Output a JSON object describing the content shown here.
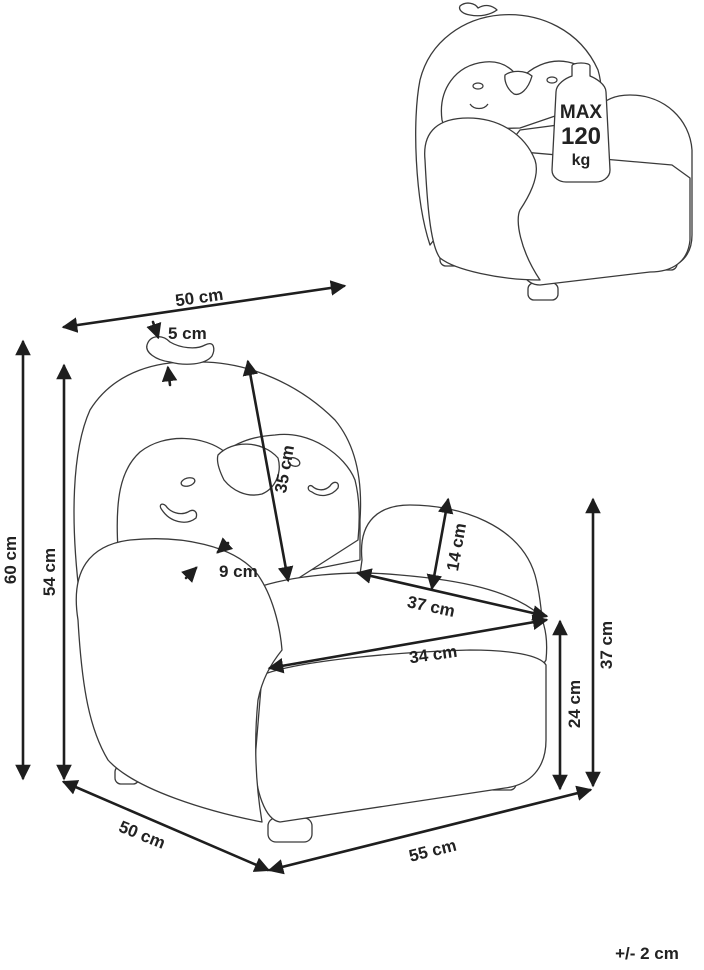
{
  "badge": {
    "line1": "MAX",
    "line2": "120",
    "line3": "kg"
  },
  "dimensions": {
    "top_width": "50 cm",
    "ear": "5 cm",
    "back_height": "35 cm",
    "arm_thickness": "9 cm",
    "total_height": "60 cm",
    "back_height_outer": "54 cm",
    "arm_height": "14 cm",
    "seat_depth": "37 cm",
    "seat_width": "34 cm",
    "arm_rest_height": "37 cm",
    "seat_height": "24 cm",
    "depth_bottom": "50 cm",
    "width_bottom": "55 cm"
  },
  "tolerance": "+/- 2 cm"
}
